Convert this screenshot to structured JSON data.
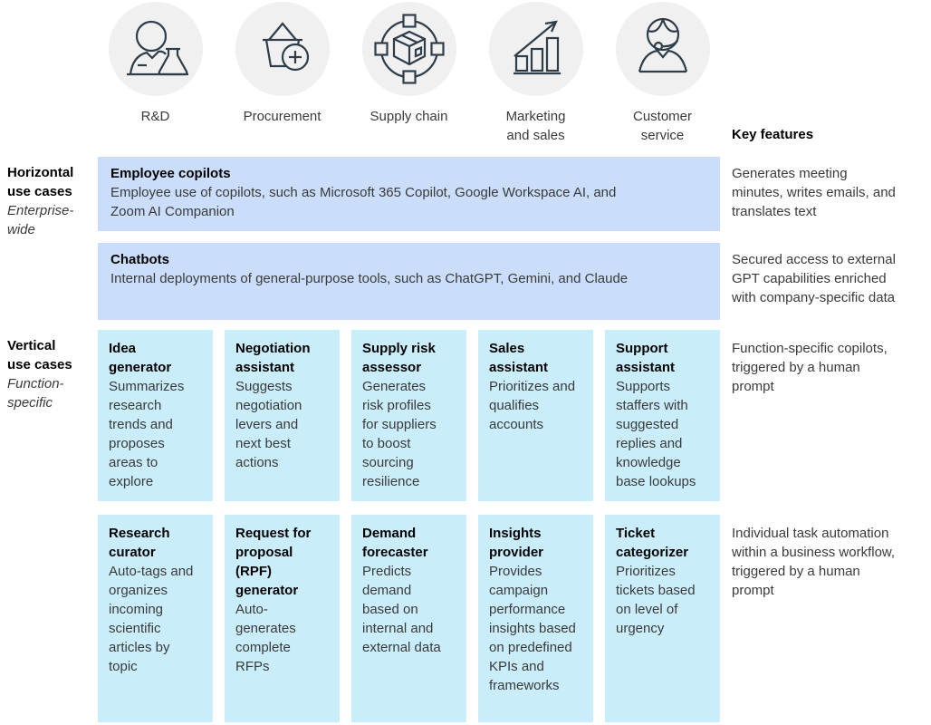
{
  "colors": {
    "band_bg": "#cadefb",
    "card_bg": "#c9edfb",
    "circle_bg": "#f0f0f1",
    "icon_stroke": "#2e3d49",
    "title_text": "#000000",
    "body_text": "#3a3a3a"
  },
  "functions": [
    {
      "icon": "rnd-icon",
      "label": "R&D"
    },
    {
      "icon": "procurement-icon",
      "label": "Procurement"
    },
    {
      "icon": "supply-chain-icon",
      "label": "Supply chain"
    },
    {
      "icon": "marketing-and-sales-icon",
      "label": "Marketing\nand sales"
    },
    {
      "icon": "customer-service-icon",
      "label": "Customer\nservice"
    }
  ],
  "key_features_header": "Key features",
  "sections": {
    "horizontal": {
      "title": "Horizontal use cases",
      "subtitle": "Enterprise-wide",
      "bands": [
        {
          "title": "Employee copilots",
          "description": "Employee use of copilots, such as Microsoft 365 Copilot, Google Workspace AI, and Zoom AI Companion",
          "key_feature": "Generates meeting minutes, writes emails, and translates text"
        },
        {
          "title": "Chatbots",
          "description": "Internal deployments of general-purpose tools, such as ChatGPT, Gemini, and Claude",
          "key_feature": "Secured access to external GPT capabilities enriched with company-specific data"
        }
      ]
    },
    "vertical": {
      "title": "Vertical use cases",
      "subtitle": "Function-specific",
      "rows": [
        {
          "key_feature": "Function-specific copilots, triggered by a human prompt",
          "cards": [
            {
              "title": "Idea generator",
              "description": "Summarizes research trends and proposes areas to explore"
            },
            {
              "title": "Negotiation assistant",
              "description": "Suggests negotiation levers and next best actions"
            },
            {
              "title": "Supply risk assessor",
              "description": "Generates risk profiles for suppliers to boost sourcing resilience"
            },
            {
              "title": "Sales assistant",
              "description": "Prioritizes and qualifies accounts"
            },
            {
              "title": "Support assistant",
              "description": "Supports staffers with suggested replies and knowledge base lookups"
            }
          ]
        },
        {
          "key_feature": "Individual task automation within a business workflow, triggered by a human prompt",
          "cards": [
            {
              "title": "Research curator",
              "description": "Auto-tags and organizes incoming scientific articles by topic"
            },
            {
              "title": "Request for proposal (RPF) generator",
              "description": "Auto-generates complete RFPs"
            },
            {
              "title": "Demand forecaster",
              "description": "Predicts demand based on internal and external data"
            },
            {
              "title": "Insights provider",
              "description": "Provides campaign performance insights based on predefined KPIs and frameworks"
            },
            {
              "title": "Ticket categorizer",
              "description": "Prioritizes tickets based on level of urgency"
            }
          ]
        }
      ]
    }
  }
}
